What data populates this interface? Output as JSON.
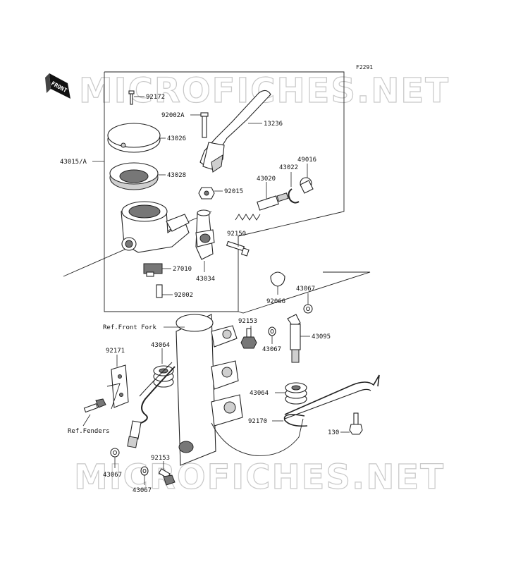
{
  "diagram": {
    "code": "F2291",
    "watermark": "MICROFICHES.NET",
    "front_badge": "FRONT",
    "part_labels": {
      "p92172": "92172",
      "p92002A": "92002A",
      "p13236": "13236",
      "p43026": "43026",
      "p43015A": "43015/A",
      "p43028": "43028",
      "p49016": "49016",
      "p43022": "43022",
      "p43020": "43020",
      "p92015": "92015",
      "p92150": "92150",
      "p27010": "27010",
      "p43034": "43034",
      "p92002": "92002",
      "p92066": "92066",
      "p43067a": "43067",
      "p92153a": "92153",
      "p43095": "43095",
      "p43067b": "43067",
      "p92171": "92171",
      "p43064a": "43064",
      "p43064b": "43064",
      "p92170": "92170",
      "p130": "130",
      "p43067c": "43067",
      "p92153b": "92153",
      "p43067d": "43067"
    },
    "references": {
      "front_fork": "Ref.Front Fork",
      "fenders": "Ref.Fenders"
    }
  }
}
